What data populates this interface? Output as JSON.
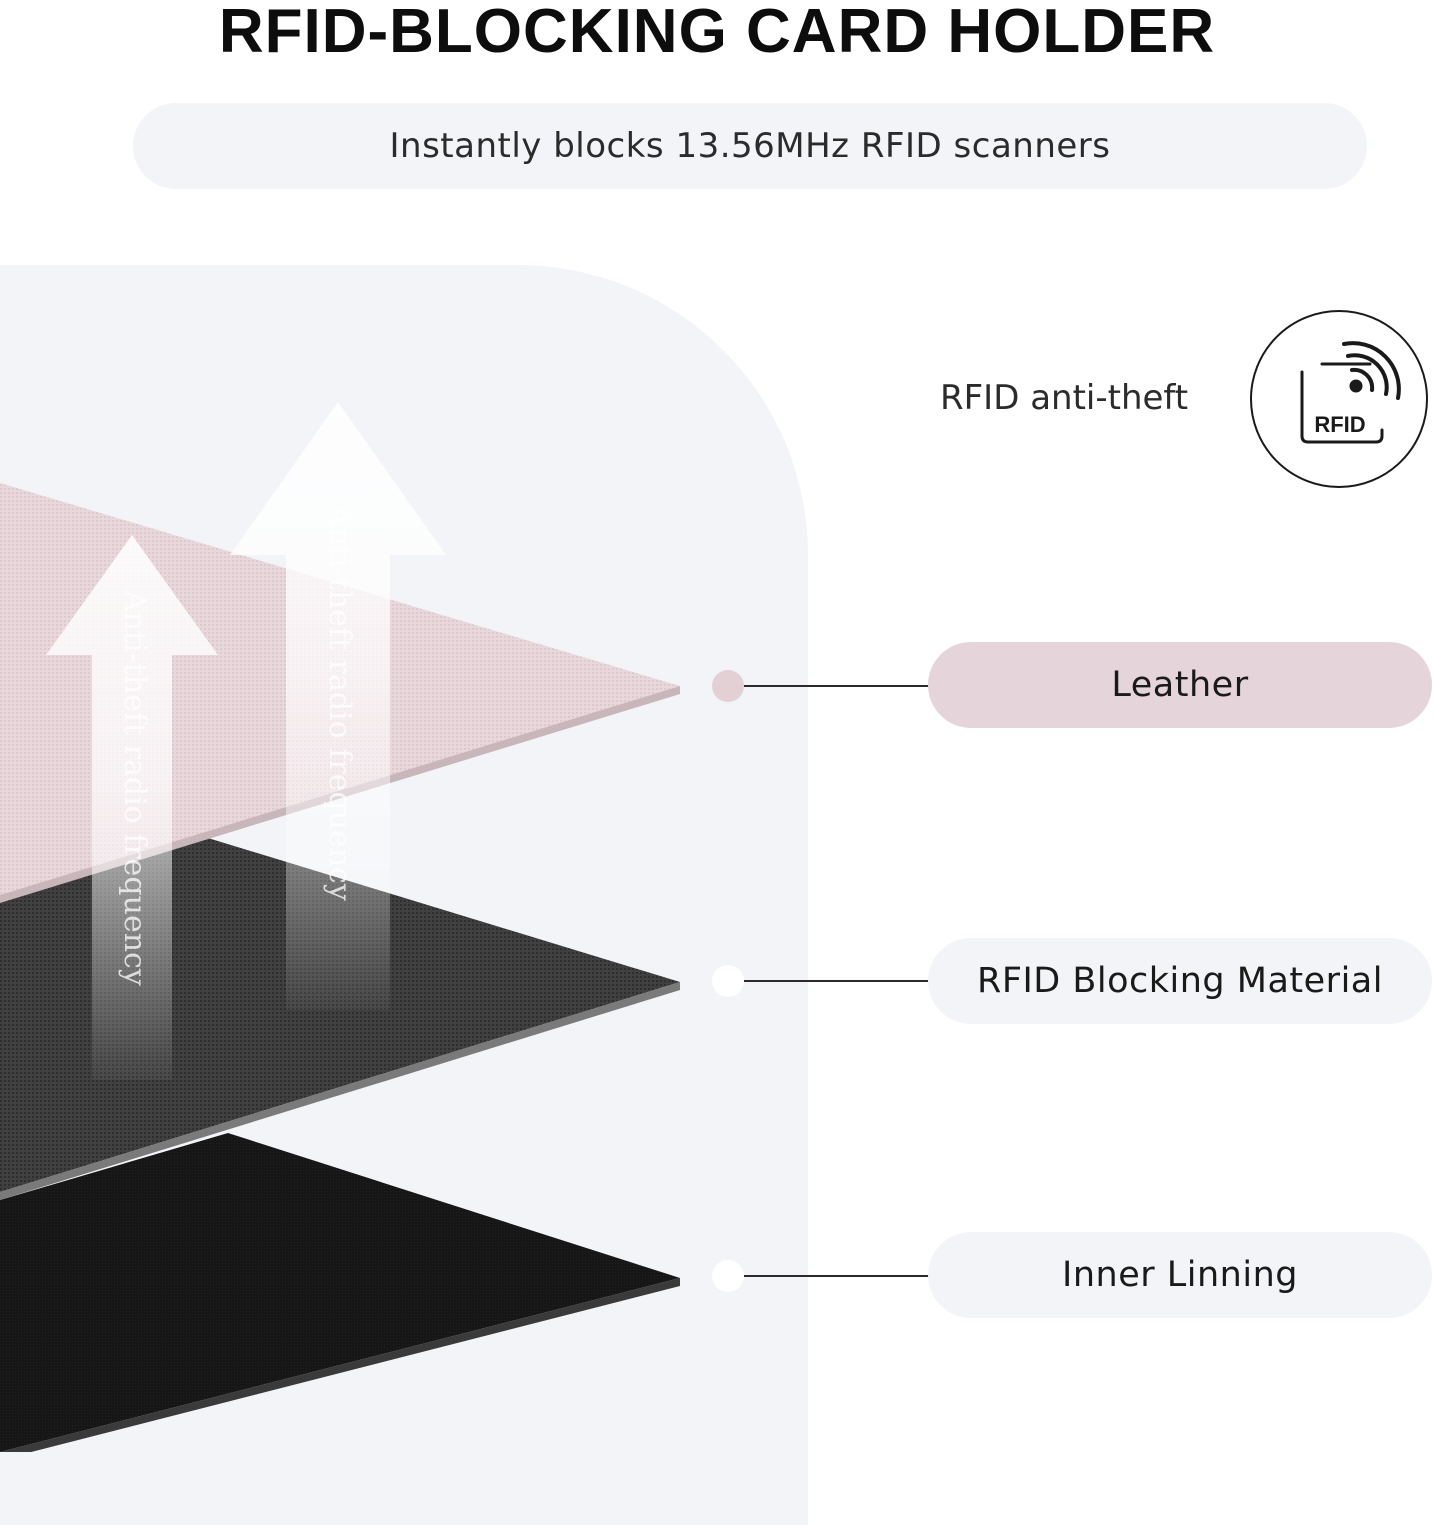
{
  "header": {
    "title": "RFID-BLOCKING CARD HOLDER",
    "subtitle": "Instantly blocks 13.56MHz RFID scanners"
  },
  "badge": {
    "label": "RFID anti-theft",
    "icon_text": "RFID",
    "icon": "rfid-wave-icon"
  },
  "diagram": {
    "arrow_texts": [
      "Anti-theft radio frequency",
      "Anti-theft radio frequency"
    ],
    "layers": [
      {
        "id": "leather",
        "label": "Leather",
        "color": "#e8d6da",
        "pill_color": "#e5d5da",
        "dot_color": "#e2d0d5"
      },
      {
        "id": "rfid",
        "label": "RFID Blocking Material",
        "color": "#3d3d3d",
        "pill_color": "#f2f4f7",
        "dot_color": "#ffffff"
      },
      {
        "id": "inner",
        "label": "Inner Linning",
        "color": "#161616",
        "pill_color": "#f2f4f7",
        "dot_color": "#ffffff"
      }
    ]
  }
}
